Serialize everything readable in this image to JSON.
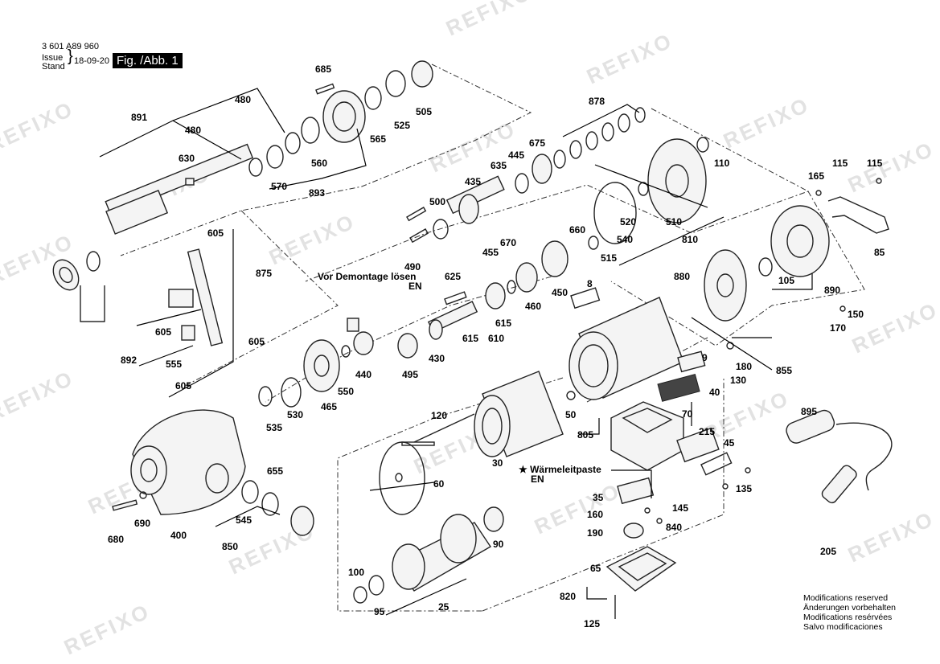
{
  "header": {
    "doc_number": "3 601 A89 960",
    "issue_label": "Issue",
    "stand_label": "Stand",
    "date": "18-09-20",
    "fig_label": "Fig. /Abb. 1"
  },
  "watermark": "REFIXO",
  "callouts": {
    "disassembly": [
      "Vor Demontage lösen",
      "EN"
    ],
    "thermal_paste": [
      "★ Wärmeleitpaste",
      "EN"
    ]
  },
  "notes": [
    "Modifications reserved",
    "Änderungen vorbehalten",
    "Modifications resérvées",
    "Salvo modificaciones"
  ],
  "part_labels": [
    "685",
    "480",
    "891",
    "480",
    "505",
    "525",
    "565",
    "560",
    "570",
    "893",
    "630",
    "878",
    "675",
    "445",
    "635",
    "435",
    "110",
    "165",
    "115",
    "115",
    "500",
    "520",
    "510",
    "540",
    "810",
    "85",
    "605",
    "875",
    "490",
    "670",
    "660",
    "455",
    "515",
    "625",
    "8",
    "880",
    "105",
    "890",
    "460",
    "450",
    "150",
    "170",
    "605",
    "892",
    "615",
    "615",
    "610",
    "440",
    "495",
    "430",
    "605",
    "555",
    "605",
    "9",
    "180",
    "130",
    "855",
    "465",
    "550",
    "530",
    "535",
    "40",
    "50",
    "120",
    "70",
    "805",
    "895",
    "215",
    "45",
    "655",
    "30",
    "60",
    "35",
    "135",
    "145",
    "160",
    "545",
    "690",
    "680",
    "400",
    "850",
    "840",
    "190",
    "90",
    "205",
    "100",
    "65",
    "820",
    "95",
    "25",
    "125"
  ]
}
